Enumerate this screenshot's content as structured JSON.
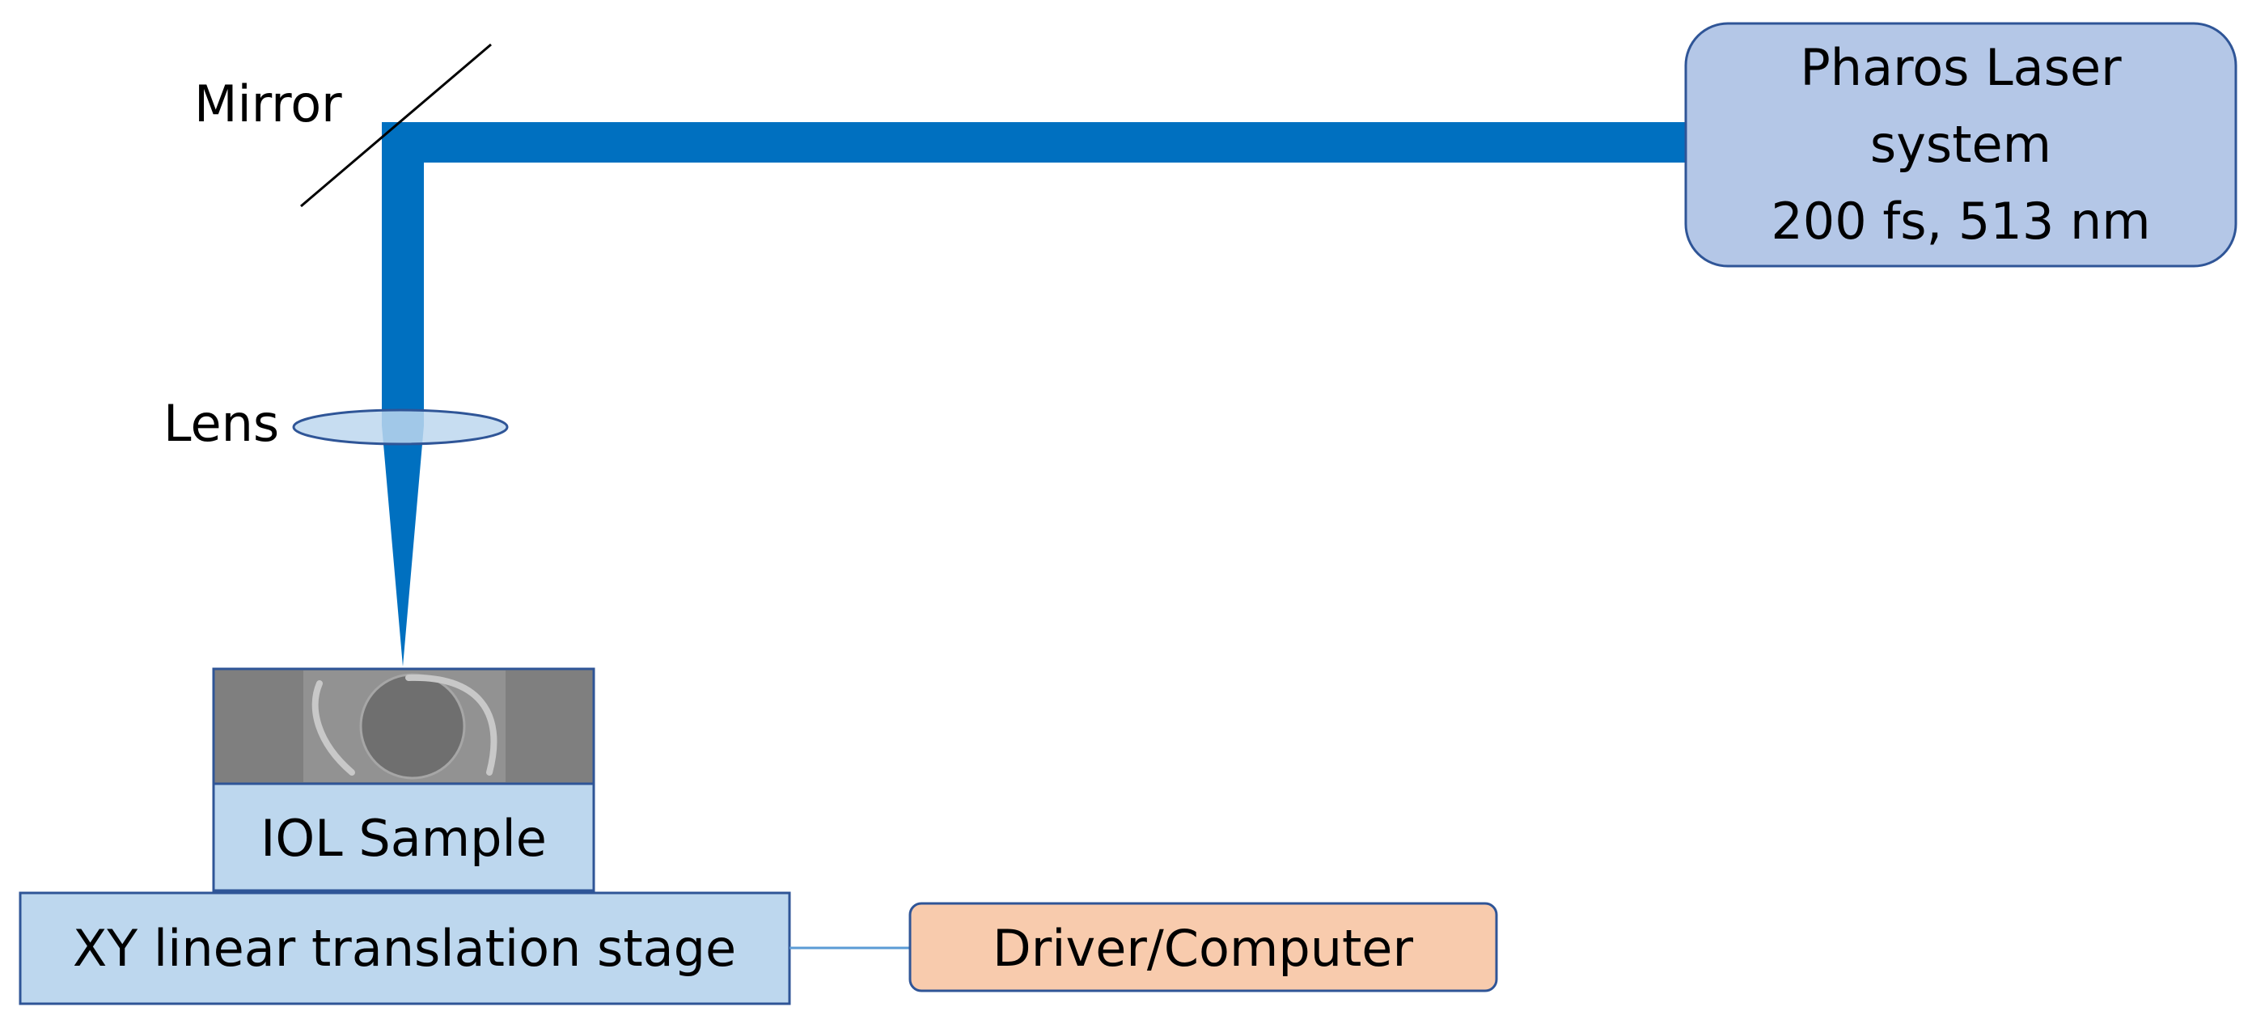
{
  "diagram": {
    "labels": {
      "mirror": "Mirror",
      "lens": "Lens",
      "laser_line1": "Pharos Laser",
      "laser_line2": "system",
      "laser_line3": "200 fs, 513 nm",
      "sample": "IOL Sample",
      "stage": "XY linear translation stage",
      "driver": "Driver/Computer"
    },
    "colors": {
      "beam": "#0070c0",
      "laser_box_fill": "#b4c7e7",
      "laser_box_stroke": "#2f5597",
      "lens_fill": "#bdd7ee",
      "sample_fill": "#bdd7ee",
      "stage_fill": "#bdd7ee",
      "driver_fill": "#f8cbad",
      "box_stroke": "#2f5597",
      "connector": "#5b9bd5",
      "mirror_line": "#000000"
    }
  }
}
